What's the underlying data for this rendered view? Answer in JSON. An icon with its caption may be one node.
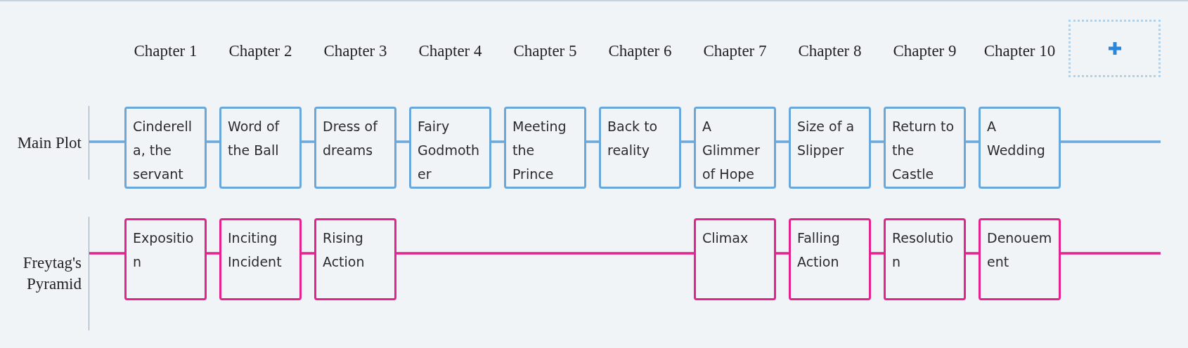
{
  "diagram": {
    "nodes": [
      {
        "text": [
          "Main Plot"
        ]
      },
      {
        "text": [
          "Cinderella, the servant"
        ]
      },
      {
        "text": [
          "Word of the Ball"
        ]
      },
      {
        "text": [
          "Dress of dreams"
        ]
      },
      {
        "text": [
          "Fairy Godmother"
        ]
      },
      {
        "text": [
          "Meeting the Prince"
        ]
      },
      {
        "text": [
          "Back to reality"
        ]
      },
      {
        "text": [
          "A Glimmer of Hope"
        ]
      },
      {
        "text": [
          "Size of a Slipper"
        ]
      },
      {
        "text": [
          "Return to the Castle"
        ]
      },
      {
        "text": [
          "A Wedding"
        ]
      },
      {
        "text": [
          "Freytag's Pyramid"
        ]
      },
      {
        "text": [
          "Exposition"
        ]
      },
      {
        "text": [
          "Inciting Incident"
        ]
      },
      {
        "text": [
          "Rising Action"
        ]
      },
      {
        "text": [
          "Climax"
        ]
      },
      {
        "text": [
          "Falling Action"
        ]
      },
      {
        "text": [
          "Resolution"
        ]
      },
      {
        "text": [
          "Denouement"
        ]
      }
    ],
    "edges": [
      {
        "from": 0,
        "to": 1,
        "arrow": "none"
      },
      {
        "from": 1,
        "to": 2,
        "arrow": "none"
      },
      {
        "from": 2,
        "to": 3,
        "arrow": "none"
      },
      {
        "from": 3,
        "to": 4,
        "arrow": "none"
      },
      {
        "from": 4,
        "to": 5,
        "arrow": "none"
      },
      {
        "from": 5,
        "to": 6,
        "arrow": "none"
      },
      {
        "from": 6,
        "to": 7,
        "arrow": "none"
      },
      {
        "from": 7,
        "to": 8,
        "arrow": "none"
      },
      {
        "from": 8,
        "to": 9,
        "arrow": "none"
      },
      {
        "from": 9,
        "to": 10,
        "arrow": "none"
      },
      {
        "from": 10,
        "to": null,
        "arrow": "none"
      },
      {
        "from": 11,
        "to": 12,
        "arrow": "none",
        "color": "#e6228f"
      },
      {
        "from": 12,
        "to": 13,
        "arrow": "none",
        "color": "#e6228f"
      },
      {
        "from": 13,
        "to": 14,
        "arrow": "none",
        "color": "#e6228f"
      },
      {
        "from": 14,
        "to": 15,
        "arrow": "none",
        "color": "#e6228f"
      },
      {
        "from": 15,
        "to": 16,
        "arrow": "none",
        "color": "#e6228f"
      },
      {
        "from": 16,
        "to": 17,
        "arrow": "none",
        "color": "#e6228f"
      },
      {
        "from": 17,
        "to": 18,
        "arrow": "none",
        "color": "#e6228f"
      },
      {
        "from": 18,
        "to": null,
        "arrow": "none",
        "color": "#e6228f"
      }
    ],
    "labels": [
      "Chapter 1",
      "Chapter 2",
      "Chapter 3",
      "Chapter 4",
      "Chapter 5",
      "Chapter 6",
      "Chapter 7",
      "Chapter 8",
      "Chapter 9",
      "Chapter 10"
    ]
  }
}
